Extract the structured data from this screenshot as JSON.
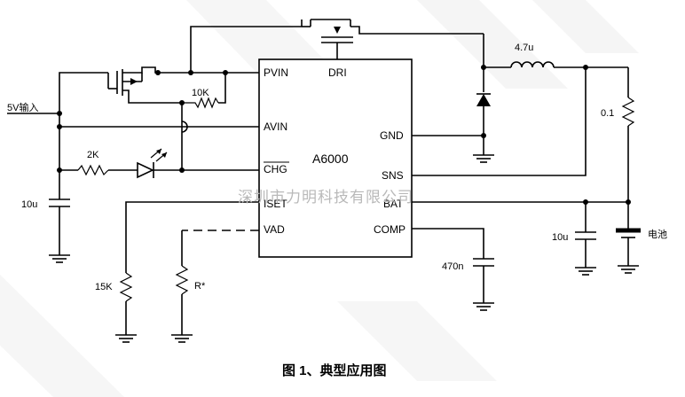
{
  "chip": {
    "name": "A6000",
    "pins_left": [
      "PVIN",
      "AVIN",
      "CHG",
      "ISET",
      "VAD"
    ],
    "pins_top": "DRI",
    "pins_right": [
      "GND",
      "SNS",
      "BAT",
      "COMP"
    ]
  },
  "labels": {
    "input": "5V输入",
    "r_10k": "10K",
    "r_2k": "2K",
    "c_10u_left": "10u",
    "r_15k": "15K",
    "r_star": "R*",
    "inductor": "4.7u",
    "r_sense": "0.1",
    "c_10u_right": "10u",
    "battery": "电池",
    "c_470n": "470n"
  },
  "watermark": "深圳市力明科技有限公司",
  "caption": "图 1、典型应用图"
}
